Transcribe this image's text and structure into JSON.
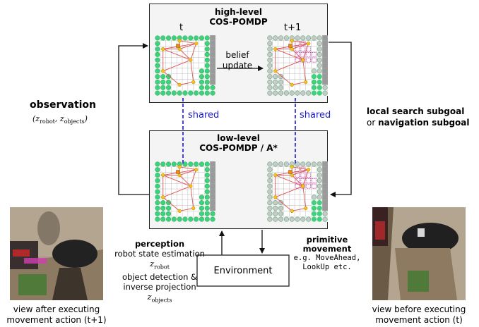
{
  "high_level": {
    "line1": "high-level",
    "line2": "COS-POMDP",
    "label_t": "t",
    "label_t1": "t+1",
    "update_line1": "belief",
    "update_line2": "update"
  },
  "low_level": {
    "line1": "low-level",
    "line2": "COS-POMDP / A*"
  },
  "shared_left": "shared",
  "shared_right": "shared",
  "observation": {
    "title": "observation",
    "formula": "(z_robot, z_objects)"
  },
  "subgoal": {
    "line1_bold": "local search subgoal",
    "line2_prefix": "or ",
    "line2_bold": "navigation subgoal"
  },
  "perception": {
    "title": "perception",
    "l1": "robot state estimation",
    "l2": "z_robot",
    "l3": "object detection &",
    "l4": "inverse projection",
    "l5": "z_objects"
  },
  "primitive": {
    "title1": "primitive",
    "title2": "movement",
    "l1": "e.g. MoveAhead,",
    "l2": "LookUp etc."
  },
  "environment": "Environment",
  "caption_left": {
    "l1": "view after executing",
    "l2": "movement action (t+1)"
  },
  "caption_right": {
    "l1": "view before executing",
    "l2": "movement action (t)"
  },
  "colors": {
    "green": "#3cd47a",
    "grid_bg": "#ffffff",
    "wall": "#9a9a9a",
    "edge": "#e05050",
    "node": "#f4c21c",
    "belief": "#d040b0",
    "shared": "#1a1acc"
  }
}
